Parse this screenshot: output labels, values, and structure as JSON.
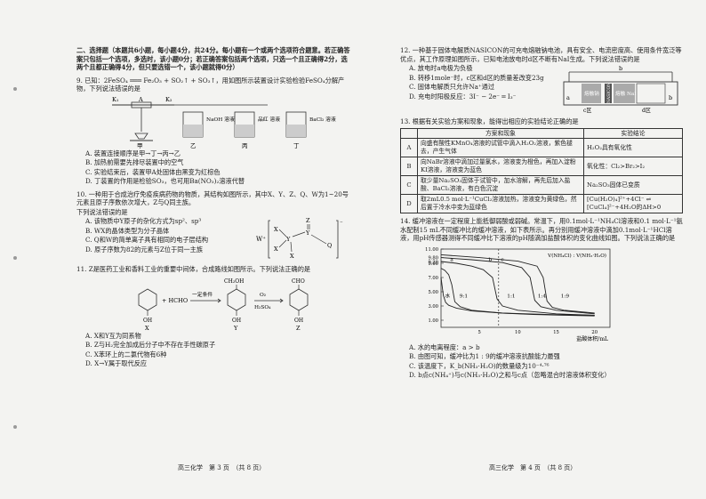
{
  "left": {
    "section_title": "二、选择题（本题共6小题，每小题4分，共24分。每小题有一个或两个选项符合题意。若正确答案只包括一个选项，多选时，该小题0分；若正确答案包括两个选项，只选一个且正确得2分，选两个且都正确得4分，但只要选错一个，该小题就得0分）",
    "q9_stem": "9. 已知：2FeSO₄ ═══ Fe₂O₃ + SO₂↑ + SO₃↑，用如图所示装置设计实验检验FeSO₄分解产物，下列说法错误的是",
    "q9_cond": "高温",
    "q9_fig": {
      "k1": "K₁",
      "a": "A",
      "k2": "K₂",
      "jia": "甲",
      "yi": "乙",
      "bing": "丙",
      "ding": "丁",
      "naoh": "NaOH 溶液",
      "pinhong": "品红 溶液",
      "bacl2": "BaCl₂ 溶液"
    },
    "q9_opts": [
      "A. 装置连接顺序是甲→丁→丙→乙",
      "B. 加热前需要先排尽装置中的空气",
      "C. 实验结束后，装置甲A处固体由黑变为红棕色",
      "D. 丁装置的作用是检验SO₃，也可用Ba(NO₃)₂溶液代替"
    ],
    "q10_stem": "10. 一种用于合成治疗免疫疾病药物的物质，其结构如图所示，其中X、Y、Z、Q、W为1~20号元素且原子序数依次增大，Z与Q同主族。",
    "q10_sub": "下列说法错误的是",
    "q10_fig": {
      "w": "W⁺",
      "x": "X",
      "y": "Y",
      "z": "Z",
      "q": "Q",
      "minus": "⁻"
    },
    "q10_opts": [
      "A. 该物质中Y原子的杂化方式为sp²、sp³",
      "B. WX的晶体类型为分子晶体",
      "C. Q和W的简单离子具有相同的电子层结构",
      "D. 原子序数为82的元素与Z位于同一主族"
    ],
    "q11_stem": "11. Z是医药工业和香料工业的重要中间体，合成路线如图所示。下列说法正确的是",
    "q11_fig": {
      "plus": "+ HCHO",
      "cond": "一定条件",
      "ch2oh": "CH₂OH",
      "cho": "CHO",
      "o2": "O₂",
      "h2so4": "H₂SO₄",
      "oh": "OH",
      "x": "X",
      "y": "Y",
      "z": "Z"
    },
    "q11_opts": [
      "A. X和Y互为同系物",
      "B. Z与H₂完全加成后分子中不存在手性碳原子",
      "C. X苯环上的二氯代物有6种",
      "D. X→Y属于取代反应"
    ],
    "footer": "高三化学　第 3 页　（共 8 页）"
  },
  "right": {
    "q12_stem": "12. 一种基于固体电解质NASICON的可充电熔融钠电池，具有安全、电流密度高、使用条件宽泛等优点，其工作原理如图所示，已知电池放电时d区不断有NaI生成。下列说法错误的是",
    "q12_opts": [
      "A. 放电时a电极为负极",
      "B. 转移1mole⁻时，c区和d区的质量差改变23g",
      "C. 固体电解质只允许Na⁺通过",
      "D. 充电时阳极反应：3I⁻ − 2e⁻ ═ I₃⁻"
    ],
    "q12_fig": {
      "a": "a",
      "b": "b",
      "melt_na": "熔融钠",
      "nasicon": "NASICON",
      "nai": "熔融 NaI",
      "c": "c区",
      "d": "d区"
    },
    "q13_stem": "13. 根据有关实验方案和现象，能得出相应的实验结论正确的是",
    "q13_table": {
      "head": [
        "",
        "方案和现象",
        "实验结论"
      ],
      "rows": [
        [
          "A",
          "向盛有酸性KMnO₄溶液的试管中滴入H₂O₂溶液，紫色褪去，产生气体",
          "H₂O₂具有氧化性"
        ],
        [
          "B",
          "向NaBr溶液中滴加过量氯水，溶液变为橙色，再加入淀粉KI溶液，溶液变为蓝色",
          "氧化性：Cl₂>Br₂>I₂"
        ],
        [
          "C",
          "取少量Na₂SO₃固体于试管中，加水溶解，再先后加入盐酸、BaCl₂溶液，有白色沉淀",
          "Na₂SO₃固体已变质"
        ],
        [
          "D",
          "取2mL0.5 mol·L⁻¹CuCl₂溶液加热，溶液变为黄绿色，然后置于冷水中变为蓝绿色",
          "[Cu(H₂O)₄]²⁺+4Cl⁻ ⇌ [CuCl₄]²⁻+4H₂O的ΔH>0"
        ]
      ]
    },
    "q14_stem": "14. 缓冲溶液在一定程度上能抵御弱酸或弱碱。常温下，用0.1mol·L⁻¹NH₄Cl溶液和0.1 mol·L⁻¹氨水配制15 mL不同缓冲比的缓冲溶液，如下表所示。再分别用缓冲溶液中滴加0.1mol·L⁻¹HCl溶液，用pH传感器测得不同缓冲比下溶液的pH随滴加盐酸体积的变化曲线如图。下列说法正确的是",
    "q14_opts": [
      "A. 水的电离程度：a > b",
      "B. 由图可知，缓冲比为1 : 9的缓冲溶液抗酸能力最强",
      "C. 该温度下，K_b(NH₃·H₂O)的数量级为10⁻⁴·⁷⁶",
      "D. b点c(NH₄⁺)与c(NH₃·H₂O)之和与c点（忽略混合时溶液体积变化）"
    ],
    "footer": "高三化学　第 4 页　（共 8 页）"
  },
  "chart_data": {
    "type": "line",
    "title": "V(NH₄Cl) : V(NH₃·H₂O)",
    "xlabel": "盐酸体积/mL",
    "ylabel": "pH",
    "xlim": [
      0,
      22
    ],
    "ylim": [
      0,
      11
    ],
    "yticks": [
      "11.00",
      "9.80",
      "9.20",
      "9.00",
      "7.00",
      "5.00",
      "3.00",
      "1.00"
    ],
    "xticks": [
      "5",
      "10",
      "15",
      "20"
    ],
    "labels": [
      "a",
      "b",
      "c",
      "水",
      "9:1",
      "1:1",
      "1:4",
      "1:9"
    ],
    "series": [
      {
        "name": "水",
        "x": [
          0,
          0.3,
          0.6,
          1,
          2,
          4,
          8,
          12,
          16,
          20
        ],
        "y": [
          7.0,
          4.5,
          3.5,
          3.1,
          2.7,
          2.3,
          2.0,
          1.8,
          1.7,
          1.6
        ]
      },
      {
        "name": "9:1",
        "x": [
          0,
          0.5,
          1,
          1.4,
          1.8,
          2.5,
          4,
          8,
          14,
          20
        ],
        "y": [
          8.3,
          8.0,
          7.4,
          6.0,
          3.6,
          2.9,
          2.4,
          2.0,
          1.8,
          1.7
        ]
      },
      {
        "name": "1:1",
        "x": [
          0,
          2,
          4,
          5.5,
          6.7,
          7.3,
          8,
          10,
          15,
          20
        ],
        "y": [
          9.25,
          9.0,
          8.6,
          8.1,
          7.0,
          4.0,
          3.0,
          2.4,
          1.9,
          1.7
        ]
      },
      {
        "name": "1:4",
        "x": [
          0,
          4,
          8,
          10.5,
          11.6,
          12.2,
          13,
          15,
          20
        ],
        "y": [
          9.8,
          9.5,
          9.1,
          8.4,
          7.0,
          3.8,
          2.9,
          2.4,
          1.9
        ]
      },
      {
        "name": "1:9",
        "x": [
          0,
          5,
          10,
          12.5,
          13.3,
          13.8,
          14.5,
          16,
          20
        ],
        "y": [
          10.2,
          9.8,
          9.3,
          8.6,
          7.0,
          3.7,
          2.8,
          2.4,
          2.0
        ]
      }
    ],
    "dashed_x": 7.5
  }
}
